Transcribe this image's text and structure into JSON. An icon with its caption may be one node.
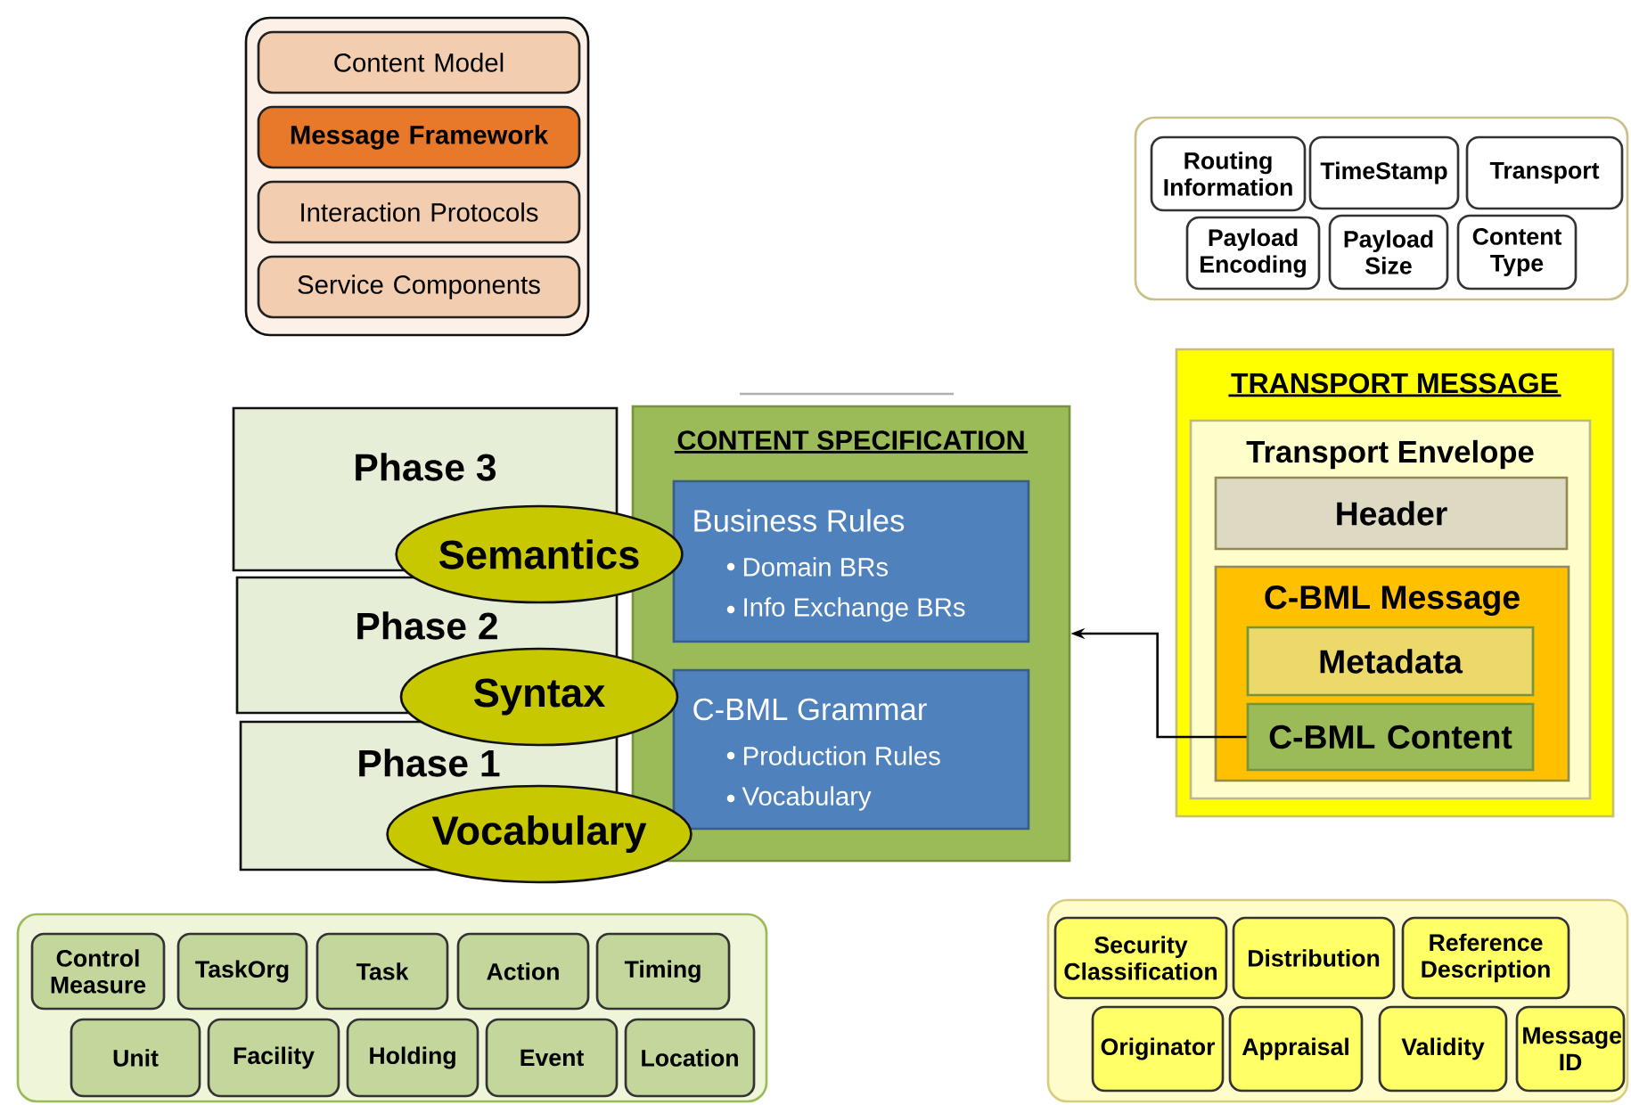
{
  "diagram": {
    "nodes": [
      {
        "text": [],
        "shape": "box"
      },
      {
        "text": [
          "Content Model"
        ],
        "in": 0
      },
      {
        "text": [
          "Message Framework"
        ],
        "in": 0
      },
      {
        "text": [
          "Interaction Protocols"
        ],
        "in": 0
      },
      {
        "text": [
          "Service Components"
        ],
        "in": 0
      },
      {
        "text": [],
        "shape": "box"
      },
      {
        "text": [
          "Routing Information"
        ],
        "in": 5
      },
      {
        "text": [
          "TimeStamp"
        ],
        "in": 5
      },
      {
        "text": [
          "Transport"
        ],
        "in": 5
      },
      {
        "text": [
          "Payload Encoding"
        ],
        "in": 5
      },
      {
        "text": [
          "Payload Size"
        ],
        "in": 5
      },
      {
        "text": [
          "Content Type"
        ],
        "in": 5
      },
      {
        "text": [
          "Phase 3"
        ]
      },
      {
        "text": [
          "Phase 2"
        ]
      },
      {
        "text": [
          "Phase 1"
        ]
      },
      {
        "text": [
          "Semantics"
        ]
      },
      {
        "text": [
          "Syntax"
        ]
      },
      {
        "text": [
          "Vocabulary"
        ]
      },
      {
        "text": [
          "CONTENT SPECIFICATION"
        ]
      },
      {
        "text": [
          "Business Rules",
          "Domain BRs",
          "Info Exchange BRs"
        ],
        "in": 18
      },
      {
        "text": [
          "C-BML Grammar",
          "Production Rules",
          "Vocabulary"
        ],
        "in": 18
      },
      {
        "text": [
          "TRANSPORT MESSAGE"
        ]
      },
      {
        "text": [
          "Transport Envelope"
        ],
        "in": 21
      },
      {
        "text": [
          "Header"
        ],
        "in": 22
      },
      {
        "text": [
          "C-BML Message"
        ],
        "in": 22
      },
      {
        "text": [
          "Metadata"
        ],
        "in": 24
      },
      {
        "text": [
          "C-BML Content"
        ],
        "in": 24
      },
      {
        "text": [],
        "shape": "box"
      },
      {
        "text": [
          "Control Measure"
        ],
        "in": 27
      },
      {
        "text": [
          "TaskOrg"
        ],
        "in": 27
      },
      {
        "text": [
          "Task"
        ],
        "in": 27
      },
      {
        "text": [
          "Action"
        ],
        "in": 27
      },
      {
        "text": [
          "Timing"
        ],
        "in": 27
      },
      {
        "text": [
          "Unit"
        ],
        "in": 27
      },
      {
        "text": [
          "Facility"
        ],
        "in": 27
      },
      {
        "text": [
          "Holding"
        ],
        "in": 27
      },
      {
        "text": [
          "Event"
        ],
        "in": 27
      },
      {
        "text": [
          "Location"
        ],
        "in": 27
      },
      {
        "text": [],
        "shape": "box"
      },
      {
        "text": [
          "Security Classification"
        ],
        "in": 38
      },
      {
        "text": [
          "Distribution"
        ],
        "in": 38
      },
      {
        "text": [
          "Reference Description"
        ],
        "in": 38
      },
      {
        "text": [
          "Originator"
        ],
        "in": 38
      },
      {
        "text": [
          "Appraisal"
        ],
        "in": 38
      },
      {
        "text": [
          "Validity"
        ],
        "in": 38
      },
      {
        "text": [
          "Message ID"
        ],
        "in": 38
      }
    ],
    "edges": [
      {
        "from": 26,
        "to": 18,
        "arrow": "to"
      }
    ]
  }
}
